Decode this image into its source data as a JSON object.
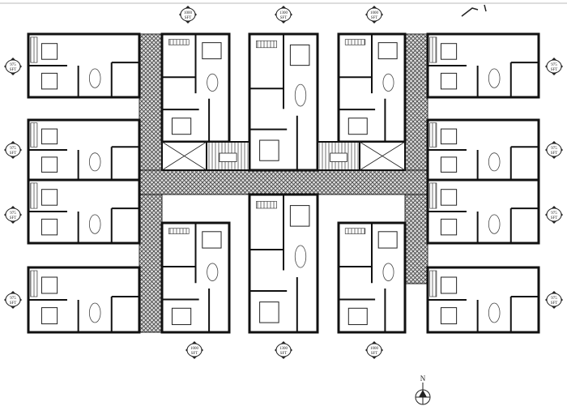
{
  "plan": {
    "area_badges": {
      "top": [
        {
          "value": "1000",
          "unit": "SFT"
        },
        {
          "value": "1300",
          "unit": "SFT"
        },
        {
          "value": "1000",
          "unit": "SFT"
        }
      ],
      "bottom": [
        {
          "value": "1000",
          "unit": "SFT"
        },
        {
          "value": "1300",
          "unit": "SFT"
        },
        {
          "value": "1000",
          "unit": "SFT"
        }
      ],
      "left": [
        {
          "value": "975",
          "unit": "SFT"
        },
        {
          "value": "975",
          "unit": "SFT"
        },
        {
          "value": "975",
          "unit": "SFT"
        },
        {
          "value": "975",
          "unit": "SFT"
        }
      ],
      "right": [
        {
          "value": "975",
          "unit": "SFT"
        },
        {
          "value": "975",
          "unit": "SFT"
        },
        {
          "value": "975",
          "unit": "SFT"
        },
        {
          "value": "975",
          "unit": "SFT"
        }
      ]
    },
    "north_label": "N",
    "colors": {
      "wall": "#111111",
      "corridor_hatch": "#555555",
      "background": "#ffffff"
    }
  }
}
